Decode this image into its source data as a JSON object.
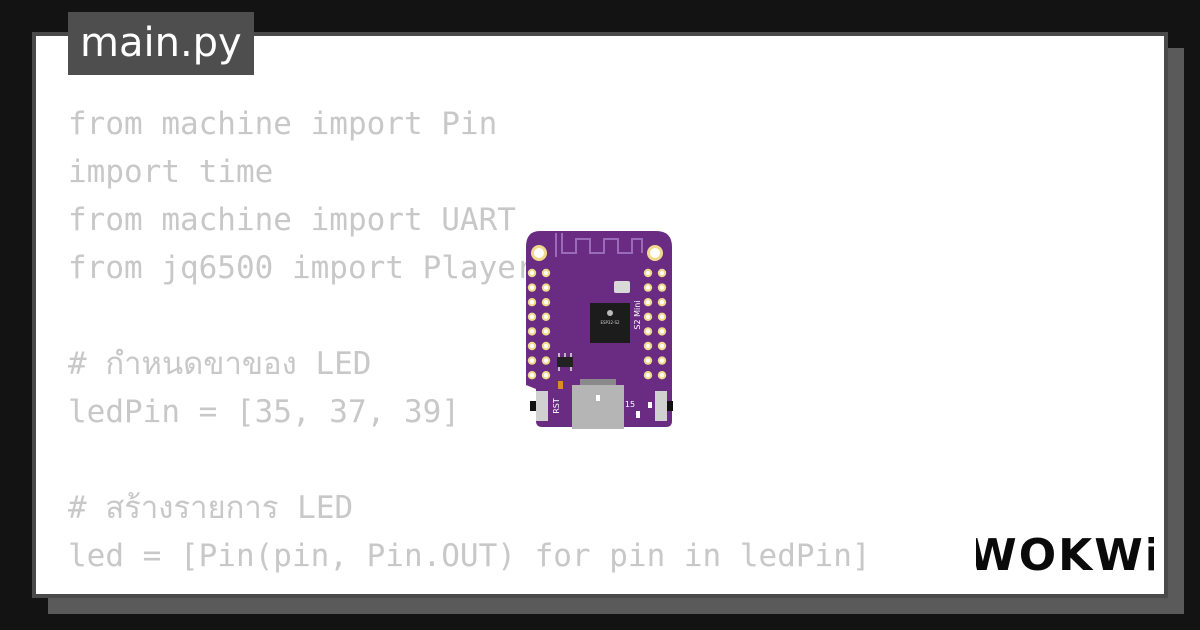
{
  "file_tab": {
    "label": "main.py"
  },
  "code": {
    "lines": [
      "from machine import Pin",
      "import time",
      "from machine import UART",
      "from jq6500 import Player",
      "",
      "# กำหนดขาของ LED",
      "ledPin = [35, 37, 39]",
      "",
      "# สร้างรายการ LED",
      "led = [Pin(pin, Pin.OUT) for pin in ledPin]"
    ]
  },
  "board": {
    "chip_label": "ESP32-S2",
    "model_label": "S2 Mini",
    "rst_label": "RST",
    "pin_label": "15",
    "board_color": "#6a2c82"
  },
  "brand": {
    "logo_text": "WOKWi"
  },
  "colors": {
    "background": "#131313",
    "card": "#ffffff",
    "tab": "#4e4e4e",
    "code_text": "#c8c8c8"
  }
}
